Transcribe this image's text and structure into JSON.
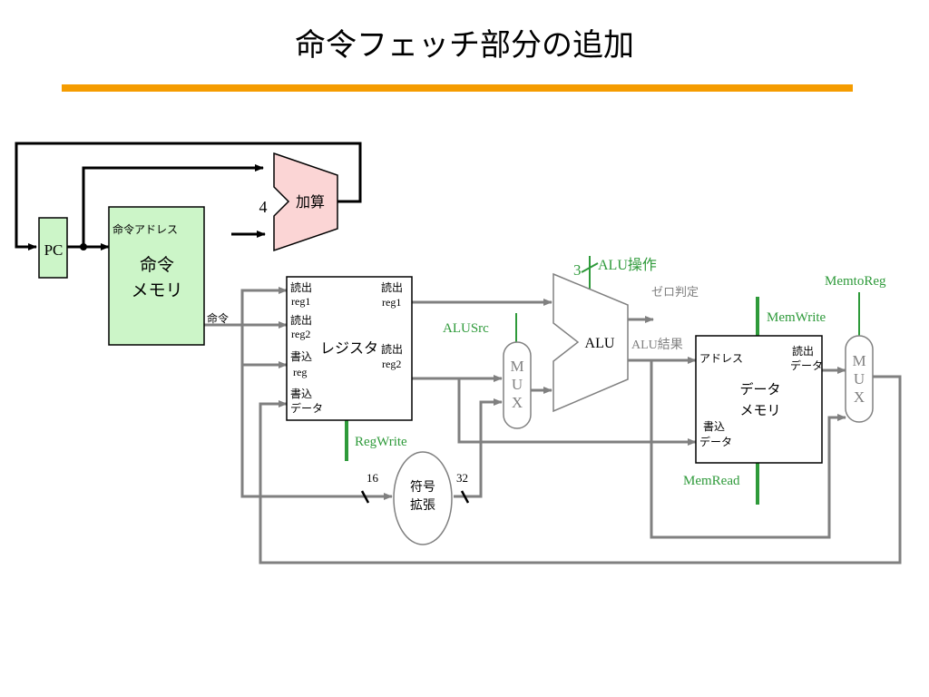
{
  "title": "命令フェッチ部分の追加",
  "colors": {
    "accent_rule": "#f59c00",
    "green_signal": "#2e9a3a",
    "gray_wire": "#808080",
    "black_wire": "#000000",
    "adder_fill": "#fbd5d5",
    "imem_fill": "#ccf5c8"
  },
  "pc": {
    "label": "PC"
  },
  "adder": {
    "label": "加算",
    "constant": "4"
  },
  "instruction_memory": {
    "address_label": "命令アドレス",
    "line1": "命令",
    "line2": "メモリ",
    "output_label": "命令"
  },
  "register_file": {
    "read1_label": "読出",
    "read1_sub": "reg1",
    "read2_label": "読出",
    "read2_sub": "reg2",
    "write_label": "書込",
    "write_sub": "reg",
    "write_data_label": "書込",
    "write_data_sub": "データ",
    "title": "レジスタ",
    "out1_label": "読出",
    "out1_sub": "reg1",
    "out2_label": "読出",
    "out2_sub": "reg2",
    "control": "RegWrite"
  },
  "sign_extend": {
    "line1": "符号",
    "line2": "拡張",
    "in_width": "16",
    "out_width": "32"
  },
  "alu_src_mux": {
    "letters": [
      "M",
      "U",
      "X"
    ],
    "control": "ALUSrc"
  },
  "alu": {
    "label": "ALU",
    "op_label": "ALU操作",
    "op_width": "3",
    "zero_label": "ゼロ判定",
    "result_label": "ALU結果"
  },
  "data_memory": {
    "address_label": "アドレス",
    "read_label": "読出",
    "read_sub": "データ",
    "write_label": "書込",
    "write_sub": "データ",
    "line1": "データ",
    "line2": "メモリ",
    "write_control": "MemWrite",
    "read_control": "MemRead"
  },
  "mem_to_reg_mux": {
    "letters": [
      "M",
      "U",
      "X"
    ],
    "control": "MemtoReg"
  }
}
